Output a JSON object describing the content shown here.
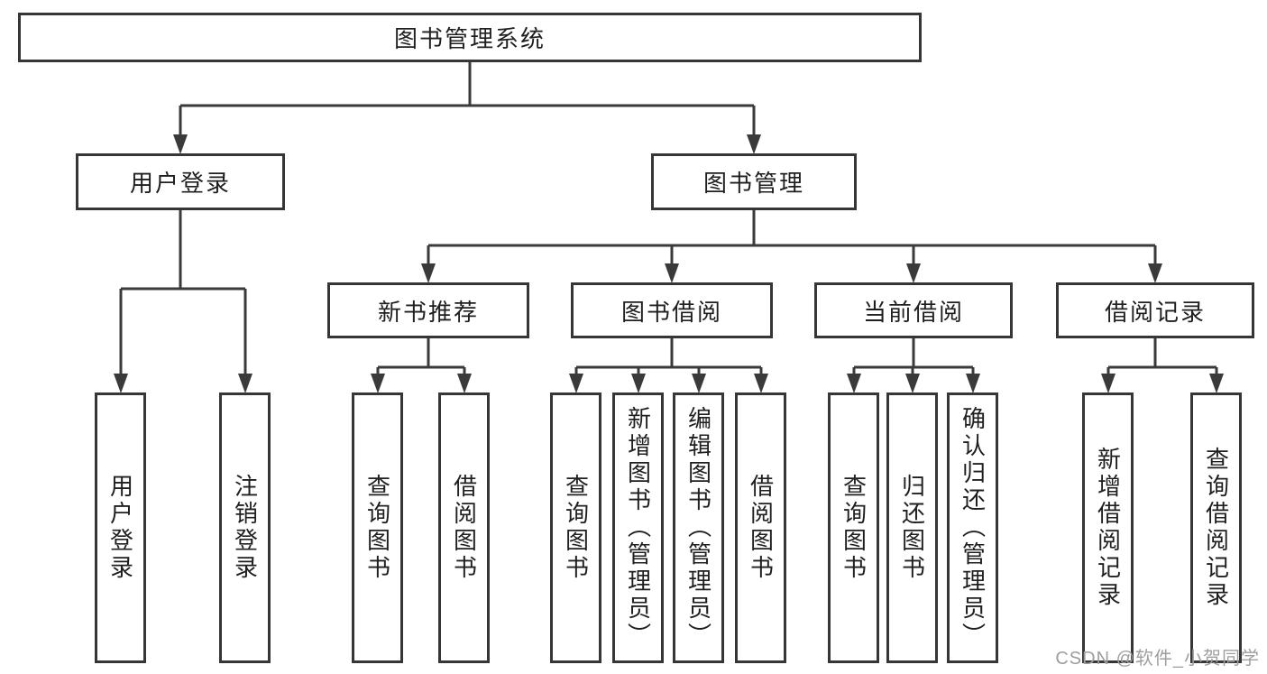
{
  "diagram": {
    "title": "图书管理系统",
    "level2": [
      "用户登录",
      "图书管理"
    ],
    "level3": [
      "新书推荐",
      "图书借阅",
      "当前借阅",
      "借阅记录"
    ],
    "leaves": {
      "login": [
        "用户登录",
        "注销登录"
      ],
      "recommend": [
        "查询图书",
        "借阅图书"
      ],
      "borrow": [
        "查询图书",
        "新增图书（管理员）",
        "编辑图书（管理员）",
        "借阅图书"
      ],
      "current": [
        "查询图书",
        "归还图书",
        "确认归还（管理员）"
      ],
      "records": [
        "新增借阅记录",
        "查询借阅记录"
      ]
    }
  },
  "watermark": {
    "text": "CSDN @软件_小贺同学",
    "color": "#9e9e9e"
  },
  "colors": {
    "line": "#3a3a3a",
    "box_border": "#363636",
    "text": "#1f1f1f",
    "background": "#ffffff"
  }
}
